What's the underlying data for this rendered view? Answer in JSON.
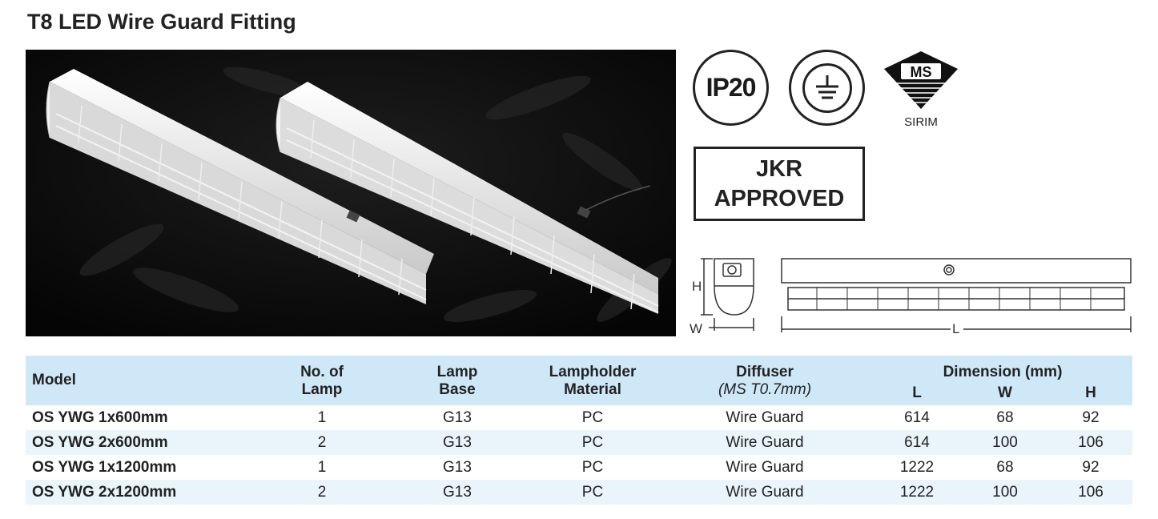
{
  "title": "T8 LED Wire Guard Fitting",
  "badges": {
    "ip_rating": "IP20",
    "earth_symbol": "earth-ground-icon",
    "sirim_mark": "MS",
    "sirim_label": "SIRIM",
    "jkr_line1": "JKR",
    "jkr_line2": "APPROVED"
  },
  "drawing": {
    "h_label": "H",
    "w_label": "W",
    "l_label": "L"
  },
  "table": {
    "headers": {
      "model": "Model",
      "no_of_lamp_1": "No. of",
      "no_of_lamp_2": "Lamp",
      "lamp_base_1": "Lamp",
      "lamp_base_2": "Base",
      "lampholder_1": "Lampholder",
      "lampholder_2": "Material",
      "diffuser": "Diffuser",
      "diffuser_sub": "(MS T0.7mm)",
      "dimension": "Dimension (mm)",
      "dim_l": "L",
      "dim_w": "W",
      "dim_h": "H"
    },
    "rows": [
      {
        "model": "OS YWG 1x600mm",
        "lamps": "1",
        "base": "G13",
        "holder": "PC",
        "diffuser": "Wire Guard",
        "l": "614",
        "w": "68",
        "h": "92"
      },
      {
        "model": "OS YWG 2x600mm",
        "lamps": "2",
        "base": "G13",
        "holder": "PC",
        "diffuser": "Wire Guard",
        "l": "614",
        "w": "100",
        "h": "106"
      },
      {
        "model": "OS YWG 1x1200mm",
        "lamps": "1",
        "base": "G13",
        "holder": "PC",
        "diffuser": "Wire Guard",
        "l": "1222",
        "w": "68",
        "h": "92"
      },
      {
        "model": "OS YWG 2x1200mm",
        "lamps": "2",
        "base": "G13",
        "holder": "PC",
        "diffuser": "Wire Guard",
        "l": "1222",
        "w": "100",
        "h": "106"
      }
    ]
  }
}
